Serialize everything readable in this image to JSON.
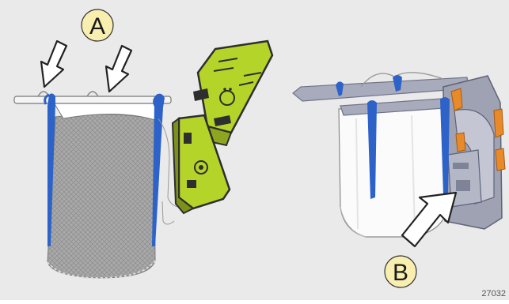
{
  "callouts": {
    "a_label": "A",
    "b_label": "B"
  },
  "reference_number": "27032",
  "colors": {
    "background": "#eaeaea",
    "callout_fill": "#f7eeb0",
    "strap_blue": "#2d62c8",
    "mount_green": "#b5d42a",
    "mount_dark": "#2e2e2e",
    "bag_mesh": "#9a9a9a",
    "frame_grey": "#8a8ea0",
    "accent_orange": "#e88a2a"
  },
  "icons": [
    "arrow-down-icon",
    "arrow-up-right-icon"
  ]
}
